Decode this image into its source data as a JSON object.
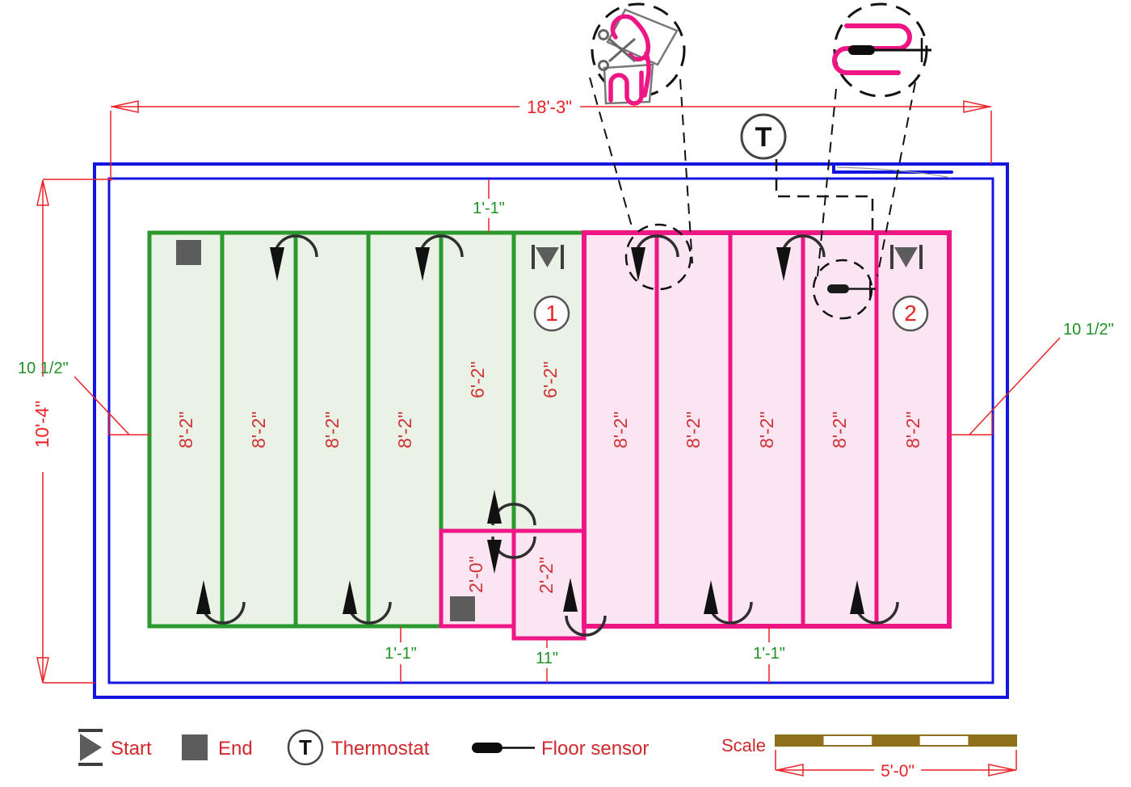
{
  "dims": {
    "width": "18'-3\"",
    "height": "10'-4\"",
    "offset_left": "10 1/2\"",
    "offset_right": "10 1/2\"",
    "gap_top": "1'-1\"",
    "gap_bottom_left": "1'-1\"",
    "gap_bottom_mid": "11\"",
    "gap_bottom_right": "1'-1\"",
    "scale_len": "5'-0\""
  },
  "zone1": {
    "number": "1",
    "runs": [
      "8'-2\"",
      "8'-2\"",
      "8'-2\"",
      "8'-2\"",
      "6'-2\"",
      "6'-2\""
    ]
  },
  "zone2": {
    "number": "2",
    "runs": [
      "8'-2\"",
      "8'-2\"",
      "8'-2\"",
      "8'-2\"",
      "8'-2\""
    ],
    "cut_runs": [
      "2'-0\"",
      "2'-2\""
    ]
  },
  "thermostat": {
    "symbol": "T"
  },
  "legend": {
    "start": "Start",
    "end": "End",
    "thermostat": "Thermostat",
    "floor_sensor": "Floor sensor",
    "scale": "Scale"
  },
  "colors": {
    "wall_blue": "#1414e0",
    "mat1_green": "#2a9a2e",
    "mat1_fill": "#e9f2e5",
    "mat2_pink": "#ee1585",
    "mat2_fill": "#fce5f2",
    "dim_red": "#ea2227",
    "dim_green": "#1e9125",
    "label_red": "#d03338",
    "scale_brown": "#8e6f1c",
    "symbol_gray": "#5c5c5c"
  }
}
